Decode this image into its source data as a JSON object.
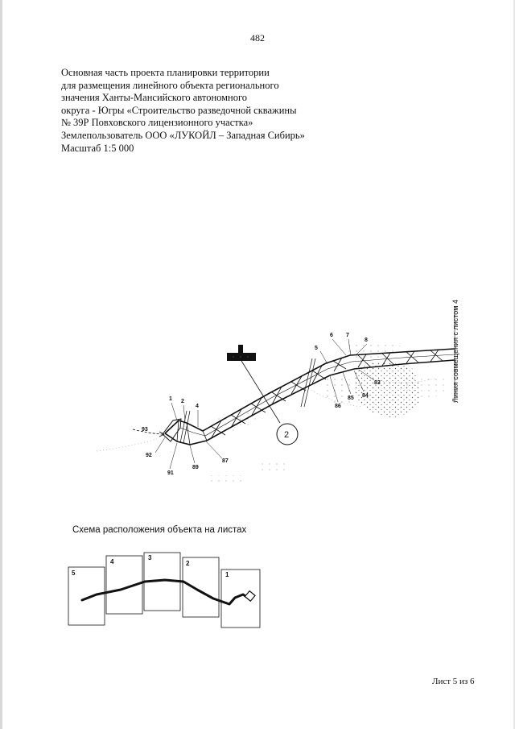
{
  "page_number": "482",
  "title_lines": [
    "Основная часть проекта планировки территории",
    "для размещения линейного объекта регионального",
    "значения Ханты-Мансийского автономного",
    "округа - Югры «Строительство разведочной скважины",
    "№ 39Р Повховского лицензионного участка»",
    "Землепользователь ООО «ЛУКОЙЛ – Западная Сибирь»",
    "Масштаб 1:5 000"
  ],
  "map": {
    "side_label": "Линия совмещения с листом 4",
    "point_labels": [
      "1",
      "2",
      "4",
      "5",
      "6",
      "7",
      "8",
      "93",
      "92",
      "91",
      "89",
      "87",
      "86",
      "85",
      "84",
      "83"
    ],
    "circle_label": "2"
  },
  "scheme": {
    "title": "Схема расположения объекта на листах",
    "sheets": [
      "5",
      "4",
      "3",
      "2",
      "1"
    ]
  },
  "sheet_label": "Лист 5 из 6",
  "colors": {
    "ink": "#111111",
    "dots": "#444444",
    "paper": "#ffffff"
  }
}
